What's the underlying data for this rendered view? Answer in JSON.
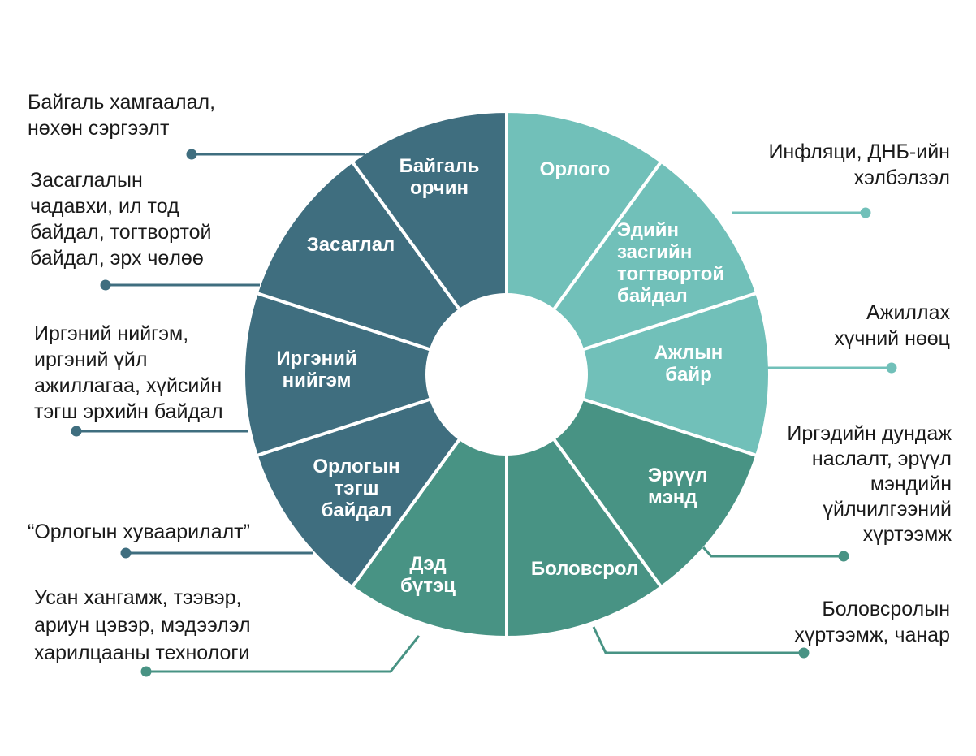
{
  "colors": {
    "light_teal": "#71c0b9",
    "mid_teal": "#489384",
    "dark_slate": "#3f6e7f",
    "divider": "#ffffff",
    "text_dark": "#1a1a1a"
  },
  "segments": [
    {
      "label": [
        "Орлого"
      ],
      "color": "light_teal"
    },
    {
      "label": [
        "Эдийн",
        "засгийн",
        "тогтвортой",
        "байдал"
      ],
      "color": "light_teal"
    },
    {
      "label": [
        "Ажлын",
        "байр"
      ],
      "color": "light_teal"
    },
    {
      "label": [
        "Эрүүл",
        "мэнд"
      ],
      "color": "mid_teal"
    },
    {
      "label": [
        "Боловсрол"
      ],
      "color": "mid_teal"
    },
    {
      "label": [
        "Дэд",
        "бүтэц"
      ],
      "color": "mid_teal"
    },
    {
      "label": [
        "Орлогын",
        "тэгш",
        "байдал"
      ],
      "color": "dark_slate"
    },
    {
      "label": [
        "Иргэний",
        "нийгэм"
      ],
      "color": "dark_slate"
    },
    {
      "label": [
        "Засаглал"
      ],
      "color": "dark_slate"
    },
    {
      "label": [
        "Байгаль",
        "орчин"
      ],
      "color": "dark_slate"
    }
  ],
  "annotations": [
    {
      "lines": [
        "Байгаль хамгаалал,",
        "нөхөн сэргээлт"
      ],
      "color": "dark_slate"
    },
    {
      "lines": [
        "Засаглалын",
        "чадавхи, ил тод",
        "байдал, тогтвортой",
        "байдал, эрх чөлөө"
      ],
      "color": "dark_slate"
    },
    {
      "lines": [
        "Иргэний нийгэм,",
        "иргэний үйл",
        "ажиллагаа, хүйсийн",
        "тэгш эрхийн байдал"
      ],
      "color": "dark_slate"
    },
    {
      "lines": [
        "“Орлогын хуваарилалт”"
      ],
      "color": "dark_slate"
    },
    {
      "lines": [
        "Усан хангамж, тээвэр,",
        "ариун цэвэр, мэдээлэл",
        "харилцааны технологи"
      ],
      "color": "mid_teal"
    },
    {
      "lines": [
        "Инфляци, ДНБ-ийн",
        "хэлбэлзэл"
      ],
      "color": "light_teal"
    },
    {
      "lines": [
        "Ажиллах",
        "хүчний нөөц"
      ],
      "color": "light_teal"
    },
    {
      "lines": [
        "Иргэдийн дундаж",
        "наслалт, эрүүл",
        "мэндийн",
        "үйлчилгээний",
        "хүртээмж"
      ],
      "color": "mid_teal"
    },
    {
      "lines": [
        "Боловсролын",
        "хүртээмж, чанар"
      ],
      "color": "mid_teal"
    }
  ]
}
